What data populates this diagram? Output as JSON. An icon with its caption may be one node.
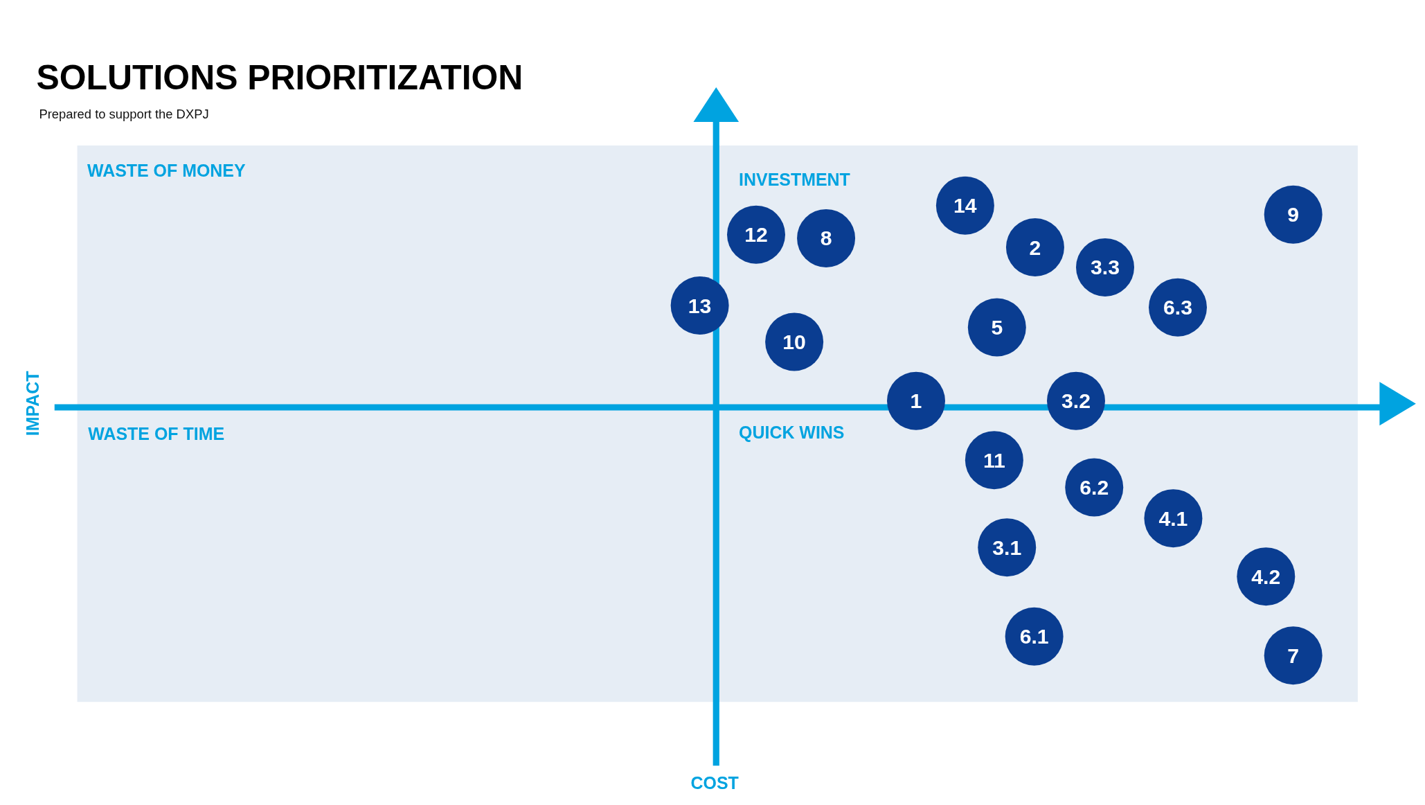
{
  "diagram": {
    "title": "SOLUTIONS PRIORITIZATION",
    "caption": "Prepared to support the DXPJ",
    "nodes": [
      {
        "text": [
          "14"
        ]
      },
      {
        "text": [
          "9"
        ]
      },
      {
        "text": [
          "12"
        ]
      },
      {
        "text": [
          "8"
        ]
      },
      {
        "text": [
          "2"
        ]
      },
      {
        "text": [
          "3.3"
        ]
      },
      {
        "text": [
          "13"
        ]
      },
      {
        "text": [
          "6.3"
        ]
      },
      {
        "text": [
          "5"
        ]
      },
      {
        "text": [
          "10"
        ]
      },
      {
        "text": [
          "1"
        ]
      },
      {
        "text": [
          "3.2"
        ]
      },
      {
        "text": [
          "11"
        ]
      },
      {
        "text": [
          "6.2"
        ]
      },
      {
        "text": [
          "4.1"
        ]
      },
      {
        "text": [
          "3.1"
        ]
      },
      {
        "text": [
          "4.2"
        ]
      },
      {
        "text": [
          "6.1"
        ]
      },
      {
        "text": [
          "7"
        ]
      }
    ],
    "labels": [
      "WASTE OF MONEY",
      "INVESTMENT",
      "IMPACT",
      "QUICK WINS",
      "WASTE OF TIME",
      "COST"
    ]
  }
}
